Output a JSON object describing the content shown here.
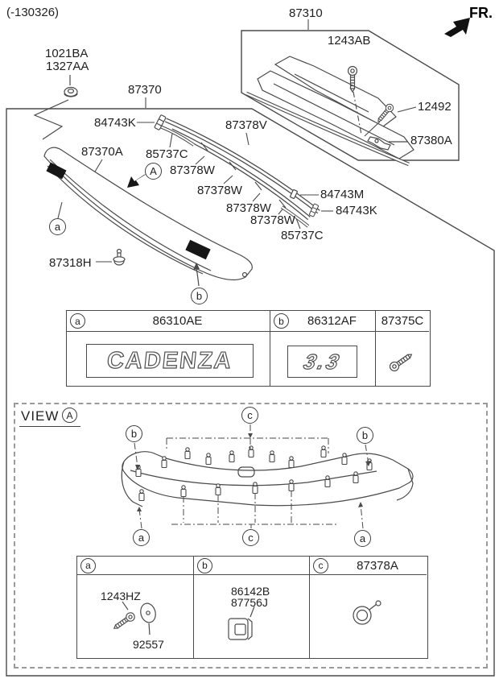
{
  "page": {
    "revision_code": "(-130326)",
    "direction_label": "FR.",
    "view_label": "VIEW"
  },
  "callouts": {
    "a": "a",
    "b": "b",
    "c": "c",
    "view_letter": "A"
  },
  "parts": {
    "back_panel_moulding_assy": "87310",
    "screw_1243ab": "1243AB",
    "screw_12492": "12492",
    "bracket_87380a": "87380A",
    "grommet_1021ba": "1021BA",
    "grommet_1327aa": "1327AA",
    "garnish_assy_87370": "87370",
    "clip_84743k": "84743K",
    "moulding_87378v": "87378V",
    "panel_87370a": "87370A",
    "tape_85737c": "85737C",
    "pad_87378w": "87378W",
    "clip_84743m": "84743M",
    "fastener_87318h": "87318H"
  },
  "emblem_table": {
    "col_a": {
      "callout": "a",
      "part_no": "86310AE",
      "emblem_text": "CADENZA"
    },
    "col_b": {
      "callout": "b",
      "part_no": "86312AF",
      "emblem_text": "3.3"
    },
    "col_c": {
      "part_no": "87375C",
      "icon": "tapping-screw-icon"
    }
  },
  "hardware_table": {
    "col_a": {
      "callout": "a",
      "part_no_1": "1243HZ",
      "part_no_2": "92557",
      "icons": [
        "flat-head-screw-icon",
        "washer-icon"
      ]
    },
    "col_b": {
      "callout": "b",
      "part_no_1": "86142B",
      "part_no_2": "87756J",
      "icons": [
        "pad-clip-icon"
      ]
    },
    "col_c": {
      "callout": "c",
      "part_no": "87378A",
      "icons": [
        "retainer-clip-icon"
      ]
    }
  }
}
